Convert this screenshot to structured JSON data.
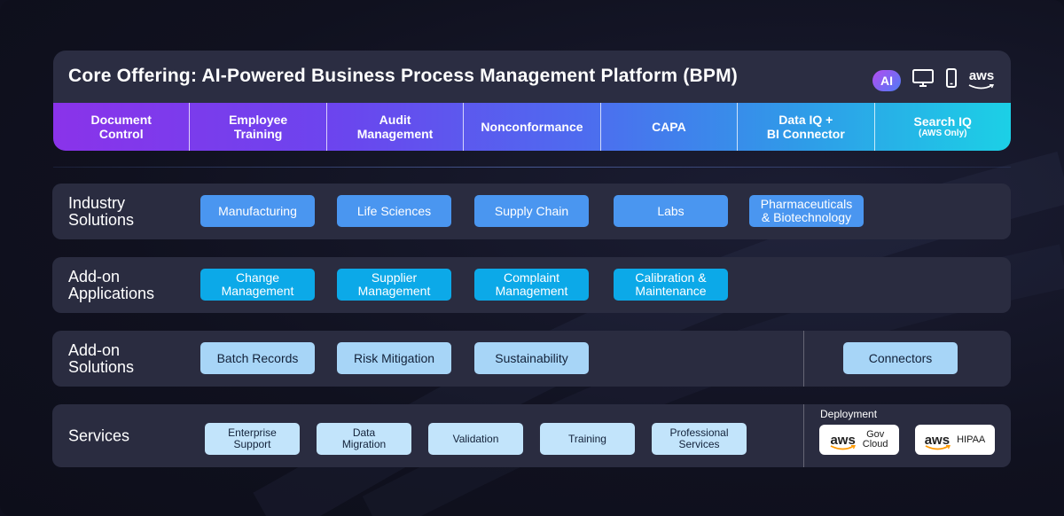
{
  "core": {
    "title": "Core Offering:  AI-Powered Business Process Management Platform (BPM)",
    "ai_badge": "AI",
    "aws_label": "aws",
    "icons": [
      "ai-icon",
      "desktop-icon",
      "mobile-icon",
      "aws-icon"
    ],
    "tabs": [
      {
        "line1": "Document",
        "line2": "Control",
        "sub": ""
      },
      {
        "line1": "Employee",
        "line2": "Training",
        "sub": ""
      },
      {
        "line1": "Audit",
        "line2": "Management",
        "sub": ""
      },
      {
        "line1": "Nonconformance",
        "line2": "",
        "sub": ""
      },
      {
        "line1": "CAPA",
        "line2": "",
        "sub": ""
      },
      {
        "line1": "Data IQ +",
        "line2": "BI Connector",
        "sub": ""
      },
      {
        "line1": "Search IQ",
        "line2": "",
        "sub": "(AWS Only)"
      }
    ]
  },
  "rows": {
    "industry": {
      "label_1": "Industry",
      "label_2": "Solutions",
      "items": [
        "Manufacturing",
        "Life Sciences",
        "Supply Chain",
        "Labs",
        "Pharmaceuticals\n& Biotechnology"
      ]
    },
    "addon_apps": {
      "label_1": "Add-on",
      "label_2": "Applications",
      "items": [
        "Change\nManagement",
        "Supplier\nManagement",
        "Complaint\nManagement",
        "Calibration &\nMaintenance"
      ]
    },
    "addon_solutions": {
      "label_1": "Add-on",
      "label_2": "Solutions",
      "items": [
        "Batch Records",
        "Risk Mitigation",
        "Sustainability"
      ],
      "connectors": "Connectors"
    },
    "services": {
      "label": "Services",
      "items": [
        "Enterprise\nSupport",
        "Data\nMigration",
        "Validation",
        "Training",
        "Professional\nServices"
      ],
      "deployment_label": "Deployment",
      "deployments": [
        {
          "brand": "aws",
          "text": "Gov\nCloud"
        },
        {
          "brand": "aws",
          "text": "HIPAA"
        }
      ]
    }
  },
  "colors": {
    "background": "#0f101e",
    "panel": "#2a2c40",
    "chip_blue": "#4a96f0",
    "chip_cyan": "#0ca9e8",
    "chip_light": "#a7d5f7",
    "tab_gradient_start": "#8a33ea",
    "tab_gradient_end": "#1cd0e6",
    "aws_orange": "#ff9900"
  }
}
